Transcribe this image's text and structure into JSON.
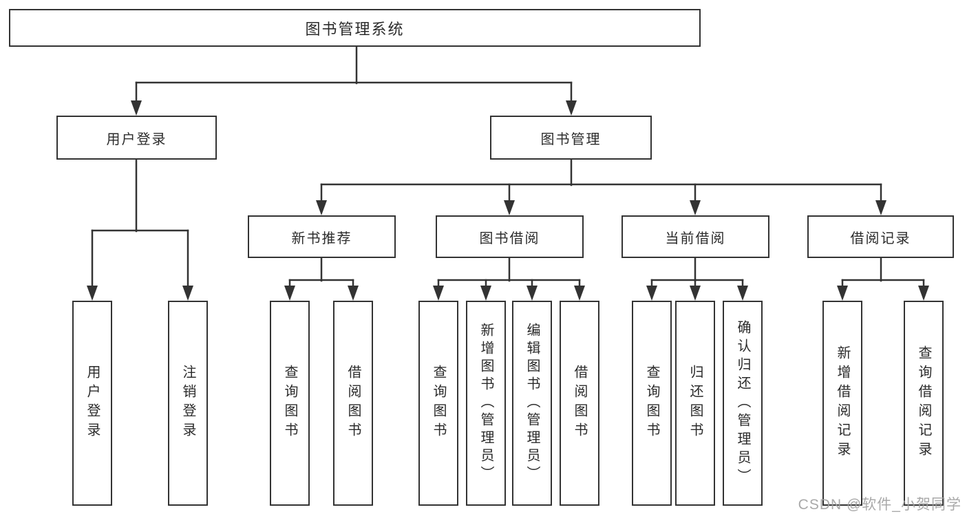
{
  "tree": {
    "root": {
      "label": "图书管理系统"
    },
    "branches": [
      {
        "label": "用户登录",
        "leaves": [
          {
            "label": "用户登录"
          },
          {
            "label": "注销登录"
          }
        ]
      },
      {
        "label": "图书管理",
        "groups": [
          {
            "label": "新书推荐",
            "leaves": [
              {
                "label": "查询图书"
              },
              {
                "label": "借阅图书"
              }
            ]
          },
          {
            "label": "图书借阅",
            "leaves": [
              {
                "label": "查询图书"
              },
              {
                "label": "新增图书（管理员）"
              },
              {
                "label": "编辑图书（管理员）"
              },
              {
                "label": "借阅图书"
              }
            ]
          },
          {
            "label": "当前借阅",
            "leaves": [
              {
                "label": "查询图书"
              },
              {
                "label": "归还图书"
              },
              {
                "label": "确认归还（管理员）"
              }
            ]
          },
          {
            "label": "借阅记录",
            "leaves": [
              {
                "label": "新增借阅记录"
              },
              {
                "label": "查询借阅记录"
              }
            ]
          }
        ]
      }
    ]
  },
  "watermark": {
    "text": "CSDN @软件_小贺同学"
  },
  "colors": {
    "background": "#ffffff",
    "line": "#333333",
    "box_border": "#333333",
    "text": "#2b2b2b",
    "watermark": "#a0a0a0"
  }
}
